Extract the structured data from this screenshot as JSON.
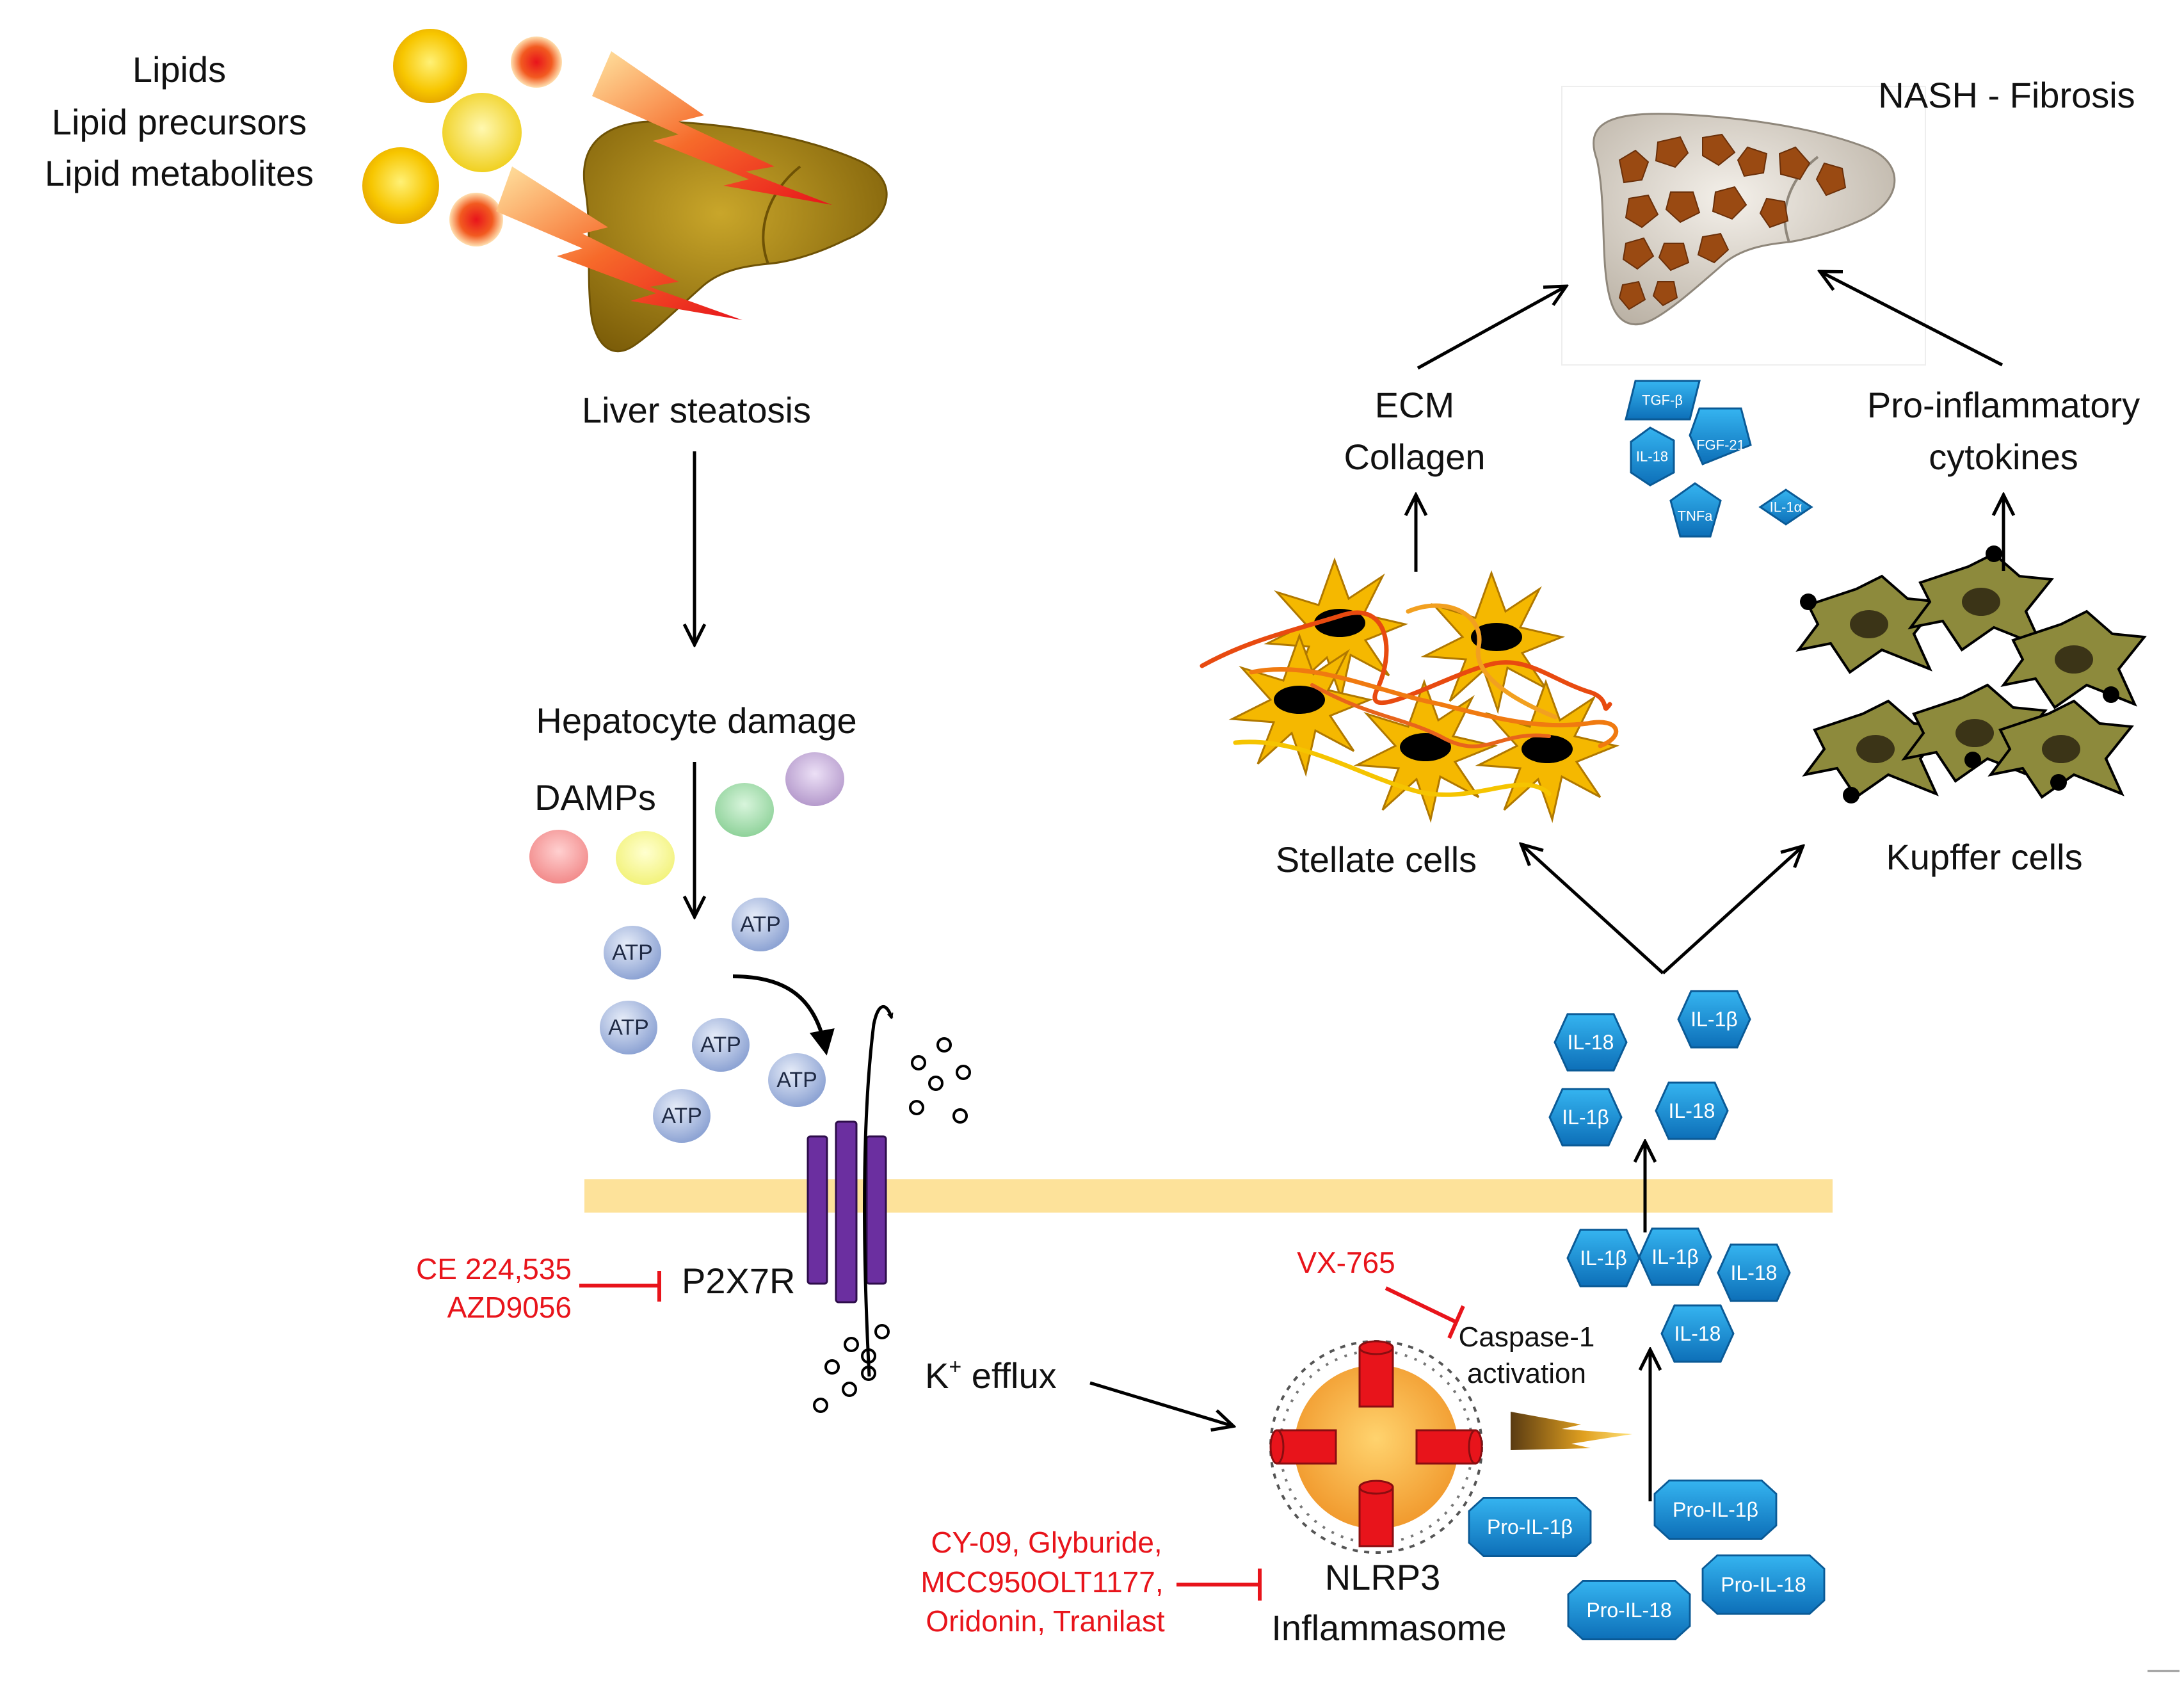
{
  "colors": {
    "inhibitor": "#e8141b",
    "membrane": "#fde29a",
    "receptor": "#6b2fa0",
    "cytokine": "#1a8fd6",
    "liver_steatosis": "#8c6b0e",
    "stellate": "#f5b800",
    "kupffer": "#8d8a3c",
    "inflammasome_core": "#f5a623",
    "inflammasome_channel": "#e8141b"
  },
  "lipids": {
    "lines": [
      "Lipids",
      "Lipid precursors",
      "Lipid metabolites"
    ]
  },
  "steatosis": {
    "label": "Liver steatosis"
  },
  "hepatocyte": {
    "label": "Hepatocyte damage",
    "damps": "DAMPs"
  },
  "atp_label": "ATP",
  "receptor": {
    "label": "P2X7R",
    "inhibitors": [
      "CE 224,535",
      "AZD9056"
    ]
  },
  "k_efflux": {
    "k": "K",
    "plus": "+",
    "rest": " efflux"
  },
  "inflammasome": {
    "lines": [
      "NLRP3",
      "Inflammasome"
    ],
    "inhibitors": [
      "CY-09, Glyburide,",
      "MCC950OLT1177,",
      "Oridonin, Tranilast"
    ]
  },
  "caspase": {
    "lines": [
      "Caspase-1",
      "activation"
    ],
    "inhibitor": "VX-765"
  },
  "pro_cytokines": [
    "Pro-IL-1β",
    "Pro-IL-1β",
    "Pro-IL-18",
    "Pro-IL-18"
  ],
  "mature_inside": [
    "IL-1β",
    "IL-1β",
    "IL-18",
    "IL-18"
  ],
  "mature_outside": [
    "IL-18",
    "IL-1β",
    "IL-1β",
    "IL-18"
  ],
  "stellate": {
    "label": "Stellate cells"
  },
  "kupffer": {
    "label": "Kupffer cells"
  },
  "ecm": {
    "lines": [
      "ECM",
      "Collagen"
    ]
  },
  "proinflammatory": {
    "lines": [
      "Pro-inflammatory",
      "cytokines"
    ]
  },
  "small_cytokines": [
    "TGF-β",
    "FGF-21",
    "IL-18",
    "TNFa",
    "IL-1α"
  ],
  "fibrosis": {
    "label": "NASH - Fibrosis"
  }
}
